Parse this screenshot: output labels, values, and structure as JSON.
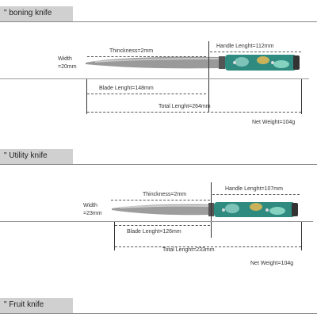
{
  "sections": [
    {
      "title": "\" boning knife",
      "width_label": "Width",
      "width_value": "=20mm",
      "thickness": "Thinckness=2mm",
      "handle": "Handle Lenght=112mm",
      "blade": "Blade Lenght=148mm",
      "total": "Total Lenght=264mm",
      "weight": "Net Weight=104g"
    },
    {
      "title": "\" Utility knife",
      "width_label": "Width",
      "width_value": "=23mm",
      "thickness": "Thinckness=2mm",
      "handle": "Handle Lenght=107mm",
      "blade": "Blade Lenght=126mm",
      "total": "Total Lenght=233mm",
      "weight": "Net Weight=104g"
    },
    {
      "title": "\" Fruit knife"
    }
  ]
}
